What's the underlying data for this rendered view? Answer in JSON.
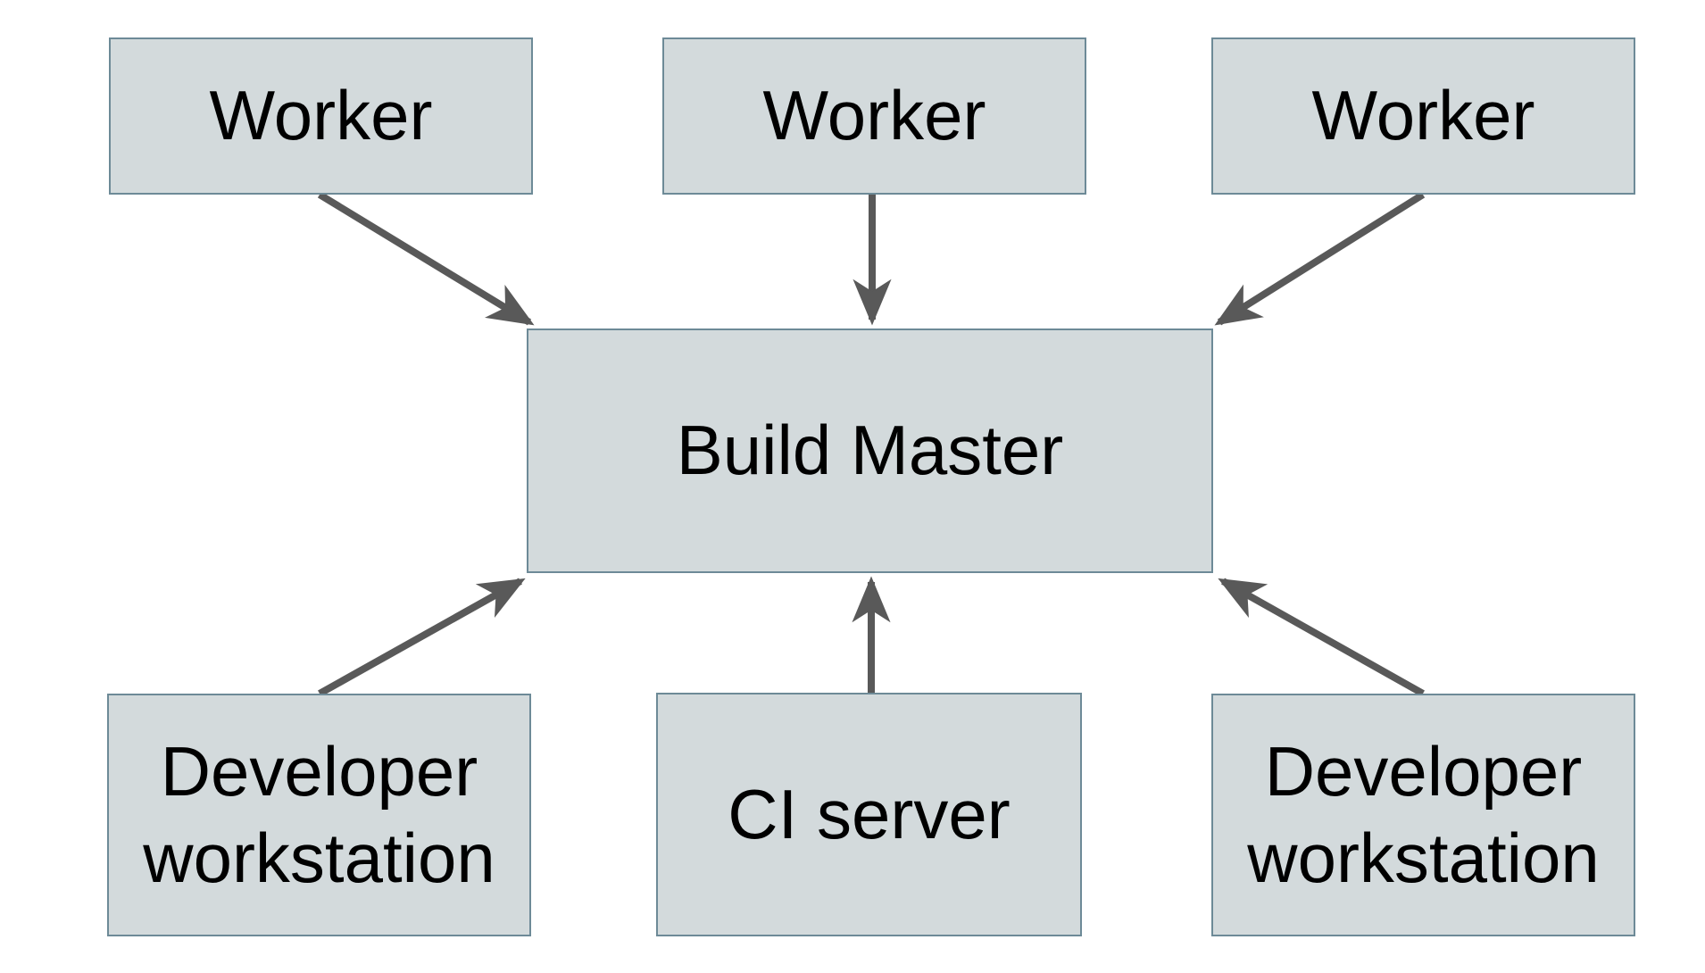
{
  "diagram": {
    "nodes": {
      "worker_1": {
        "label": "Worker"
      },
      "worker_2": {
        "label": "Worker"
      },
      "worker_3": {
        "label": "Worker"
      },
      "build_master": {
        "label": "Build Master"
      },
      "developer_workstation_left": {
        "label": "Developer workstation"
      },
      "ci_server": {
        "label": "CI server"
      },
      "developer_workstation_right": {
        "label": "Developer workstation"
      }
    },
    "edges": [
      {
        "from": "worker_1",
        "to": "build_master"
      },
      {
        "from": "worker_2",
        "to": "build_master"
      },
      {
        "from": "worker_3",
        "to": "build_master"
      },
      {
        "from": "developer_workstation_left",
        "to": "build_master"
      },
      {
        "from": "ci_server",
        "to": "build_master"
      },
      {
        "from": "developer_workstation_right",
        "to": "build_master"
      }
    ],
    "colors": {
      "background": "#ffffff",
      "node_fill": "#d3dadc",
      "node_border": "#6d8a97",
      "arrow": "#595959",
      "text": "#000000"
    }
  }
}
